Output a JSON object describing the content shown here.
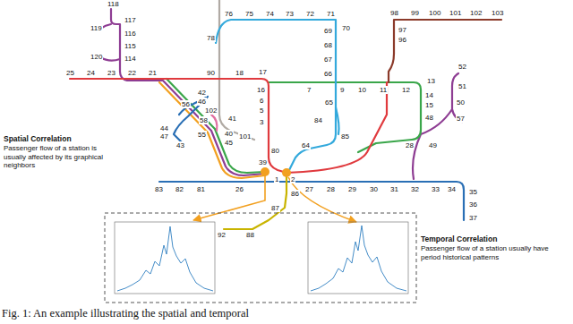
{
  "diagram": {
    "caption": "Fig. 1: An example illustrating the spatial and temporal",
    "labels": [
      "Spatial Correlation",
      "Passenger flow of a station is usually affected by its graphical neighbors",
      "Temporal Correlation",
      "Passenger flow of a station usually have period historical patterns",
      "118",
      "117",
      "119",
      "116",
      "115",
      "120",
      "114",
      "25",
      "24",
      "23",
      "22",
      "21",
      "90",
      "18",
      "17",
      "76",
      "75",
      "74",
      "73",
      "72",
      "71",
      "78",
      "70",
      "69",
      "68",
      "67",
      "66",
      "98",
      "99",
      "100",
      "101",
      "102",
      "103",
      "97",
      "96",
      "16",
      "6",
      "5",
      "3",
      "7",
      "9",
      "10",
      "11",
      "12",
      "13",
      "14",
      "15",
      "48",
      "28",
      "49",
      "52",
      "51",
      "50",
      "57",
      "65",
      "84",
      "85",
      "64",
      "80",
      "101",
      "56",
      "42",
      "46",
      "102",
      "58",
      "41",
      "55",
      "40",
      "45",
      "44",
      "47",
      "43",
      "39",
      "83",
      "82",
      "81",
      "26",
      "1",
      "2",
      "27",
      "28",
      "29",
      "30",
      "31",
      "32",
      "33",
      "34",
      "35",
      "36",
      "37",
      "86",
      "87",
      "92",
      "88"
    ]
  }
}
